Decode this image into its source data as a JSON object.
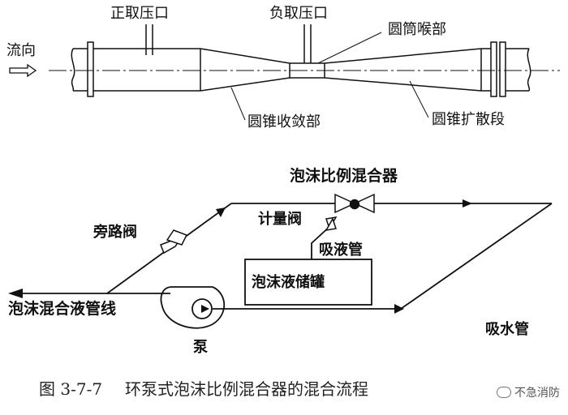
{
  "venturi": {
    "flow_direction": "流向",
    "positive_tap": "正取压口",
    "negative_tap": "负取压口",
    "throat": "圆筒喉部",
    "convergent": "圆锥收敛部",
    "divergent": "圆锥扩散段"
  },
  "loop": {
    "proportioner": "泡沫比例混合器",
    "metering_valve": "计量阀",
    "bypass_valve": "旁路阀",
    "suction_pipe": "吸液管",
    "foam_tank": "泡沫液储罐",
    "mixture_line": "泡沫混合液管线",
    "water_suction": "吸水管",
    "pump": "泵"
  },
  "caption": {
    "number": "图 3-7-7",
    "text": "环泵式泡沫比例混合器的混合流程"
  },
  "watermark": {
    "text": "不急消防"
  }
}
